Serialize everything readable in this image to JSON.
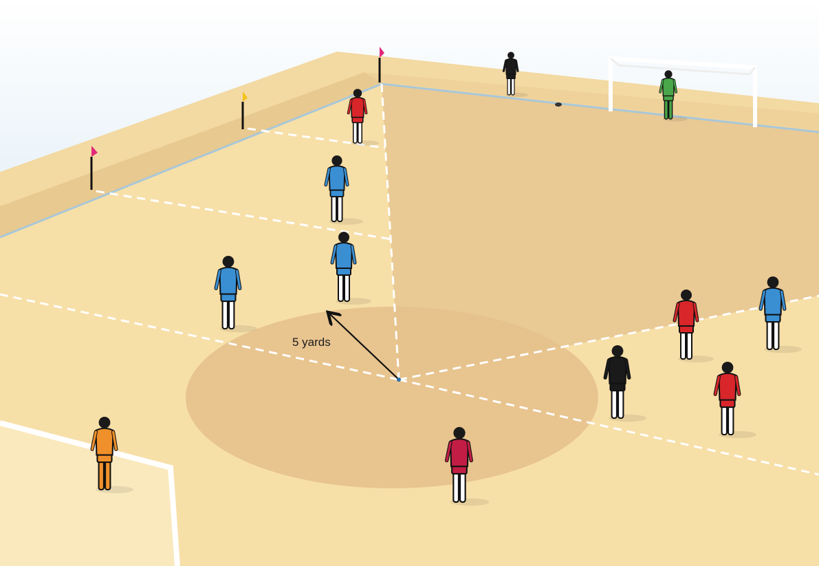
{
  "annotation": {
    "distance_label": "5 yards"
  },
  "colors": {
    "sky": "#cfe3f0",
    "pitch_light": "#f7dfa8",
    "pitch_mid": "#f1d39a",
    "pitch_shaded": "#e6c58f",
    "circle": "#e3c08c",
    "team_blue": "#3a8fd3",
    "team_red": "#d8262a",
    "goalkeeper_green": "#4aa64a",
    "goalkeeper_orange": "#f0902a",
    "referee": "#1a1a1a",
    "kicker_maroon": "#c21e45",
    "flag_pink": "#e0287a",
    "flag_yellow": "#f2c21a"
  },
  "players": [
    {
      "role": "attacker",
      "team": "red"
    },
    {
      "role": "defender",
      "team": "blue"
    },
    {
      "role": "defender",
      "team": "blue"
    },
    {
      "role": "defender",
      "team": "blue"
    },
    {
      "role": "defender",
      "team": "blue"
    },
    {
      "role": "attacker",
      "team": "red"
    },
    {
      "role": "attacker",
      "team": "red"
    },
    {
      "role": "kicker",
      "team": "maroon"
    },
    {
      "role": "referee",
      "team": "black"
    },
    {
      "role": "assistant-referee",
      "team": "black"
    },
    {
      "role": "goalkeeper",
      "team": "green"
    },
    {
      "role": "goalkeeper",
      "team": "orange"
    }
  ],
  "flags": [
    {
      "color": "pink"
    },
    {
      "color": "yellow"
    },
    {
      "color": "pink"
    }
  ],
  "icons": [
    "goal-icon",
    "corner-flag-icon",
    "player-icon",
    "ball-icon",
    "arrow-icon"
  ]
}
